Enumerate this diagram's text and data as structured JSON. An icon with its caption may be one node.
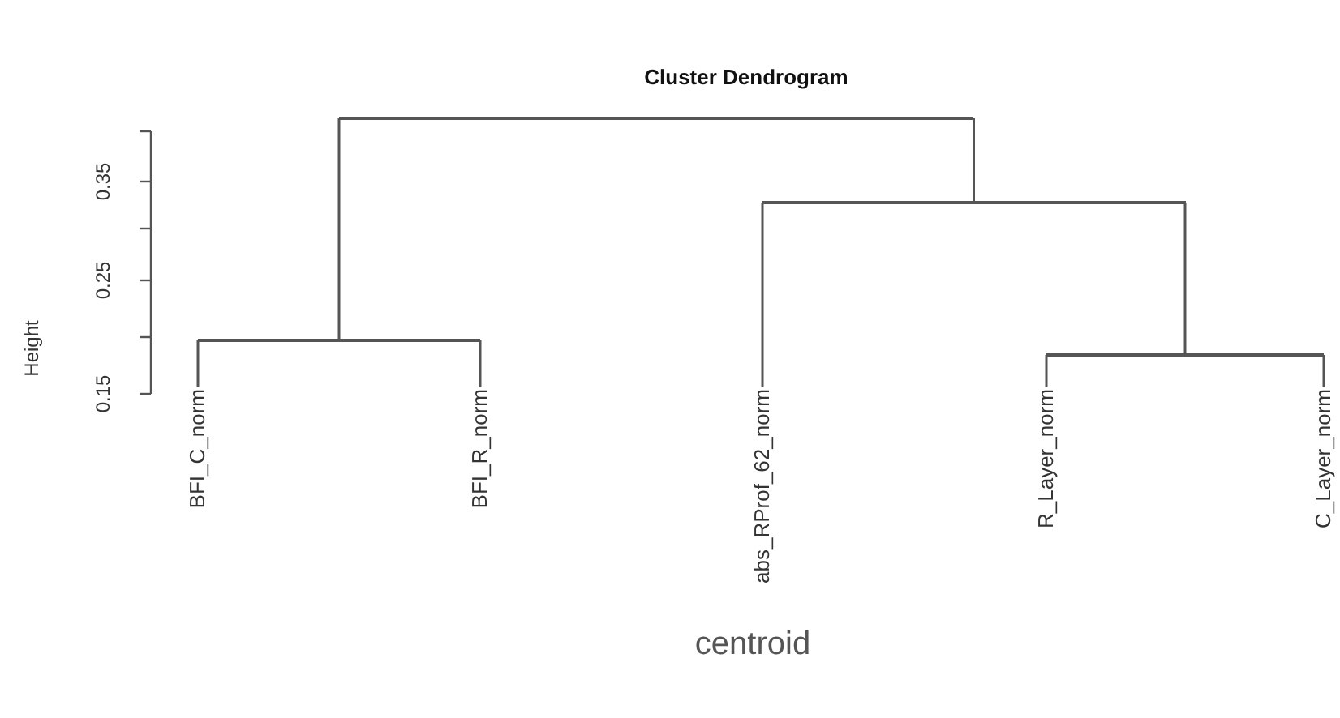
{
  "diagram": {
    "title": "Cluster Dendrogram",
    "nodes": [
      {
        "text": [
          "BFI_C_norm"
        ]
      },
      {
        "text": [
          "BFI_R_norm"
        ]
      },
      {
        "text": [
          "abs_RProf_62_norm"
        ]
      },
      {
        "text": [
          "R_Layer_norm"
        ]
      },
      {
        "text": [
          "C_Layer_norm"
        ]
      },
      {
        "text": [],
        "shape": "bar"
      },
      {
        "text": [],
        "shape": "bar"
      },
      {
        "text": [],
        "shape": "bar"
      },
      {
        "text": [],
        "shape": "bar"
      }
    ],
    "edges": [
      {
        "from": 5,
        "to": 0,
        "arrow": "none"
      },
      {
        "from": 5,
        "to": 1,
        "arrow": "none"
      },
      {
        "from": 6,
        "to": 3,
        "arrow": "none"
      },
      {
        "from": 6,
        "to": 4,
        "arrow": "none"
      },
      {
        "from": 7,
        "to": 2,
        "arrow": "none"
      },
      {
        "from": 7,
        "to": 6,
        "arrow": "none"
      },
      {
        "from": 8,
        "to": 5,
        "arrow": "none"
      },
      {
        "from": 8,
        "to": 7,
        "arrow": "none"
      }
    ],
    "labels": [
      "0.35",
      "0.25",
      "0.15",
      "Height",
      "centroid"
    ]
  }
}
